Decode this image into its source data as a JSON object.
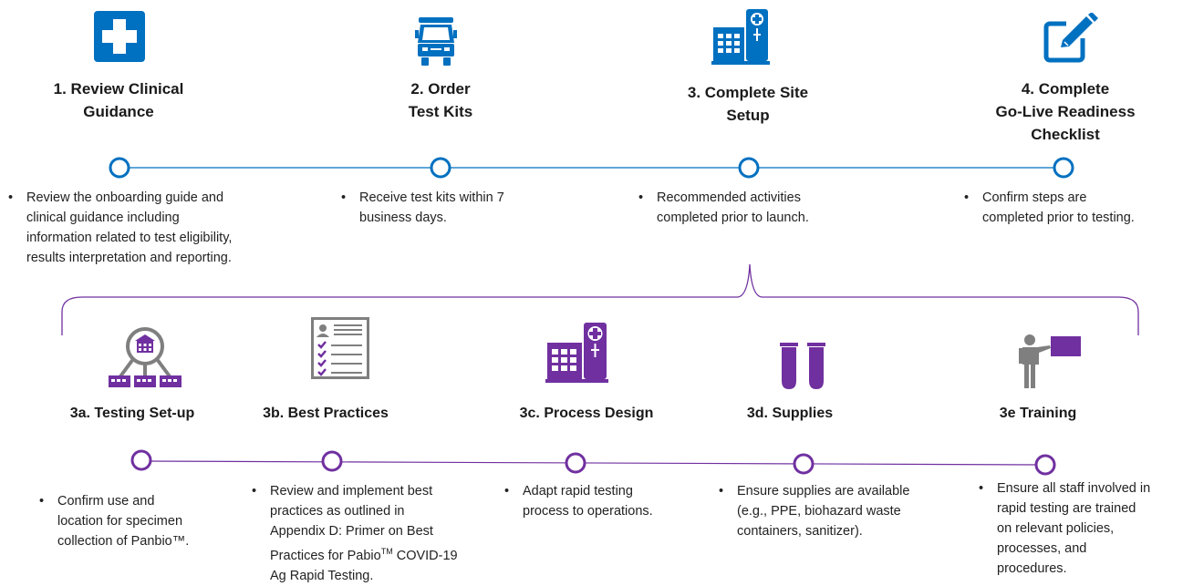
{
  "colors": {
    "blue": "#0070c0",
    "purple": "#7030a0",
    "gray": "#7f7f7f"
  },
  "steps": [
    {
      "icon": "first-aid-cross-icon",
      "title_lines": [
        "1. Review Clinical",
        "Guidance"
      ],
      "bullet_lines": [
        "Review the onboarding guide and",
        "clinical guidance including",
        "information related to test eligibility,",
        "results interpretation and reporting."
      ]
    },
    {
      "icon": "delivery-truck-icon",
      "title_lines": [
        "2. Order",
        "Test Kits"
      ],
      "bullet_lines": [
        "Receive test kits within 7",
        "business days."
      ]
    },
    {
      "icon": "hospital-building-icon",
      "title_lines": [
        "3. Complete Site",
        "Setup"
      ],
      "bullet_lines": [
        "Recommended activities",
        "completed prior to launch."
      ]
    },
    {
      "icon": "edit-checklist-icon",
      "title_lines": [
        "4. Complete",
        "Go-Live Readiness",
        "Checklist"
      ],
      "bullet_lines": [
        "Confirm steps are",
        "completed prior to testing."
      ]
    }
  ],
  "substeps": [
    {
      "icon": "network-search-icon",
      "title": "3a. Testing Set-up",
      "bullet_lines": [
        "Confirm use and",
        "location for specimen",
        "collection of Panbio™."
      ]
    },
    {
      "icon": "profile-checklist-icon",
      "title": "3b. Best Practices",
      "bullet_lines": [
        "Review and implement best",
        "practices as outlined in",
        "Appendix D: Primer on Best",
        "Practices for Pabio",
        "COVID-19",
        "Ag Rapid Testing."
      ],
      "superscript": "TM"
    },
    {
      "icon": "hospital-building-icon",
      "title": "3c. Process Design",
      "bullet_lines": [
        "Adapt rapid testing",
        "process to operations."
      ]
    },
    {
      "icon": "test-tubes-icon",
      "title": "3d. Supplies",
      "bullet_lines": [
        "Ensure supplies are available",
        "(e.g., PPE, biohazard waste",
        "containers, sanitizer)."
      ]
    },
    {
      "icon": "presenter-board-icon",
      "title": "3e Training",
      "bullet_lines": [
        "Ensure all staff involved in",
        "rapid testing are trained",
        "on relevant policies,",
        "processes, and",
        "procedures."
      ]
    }
  ]
}
